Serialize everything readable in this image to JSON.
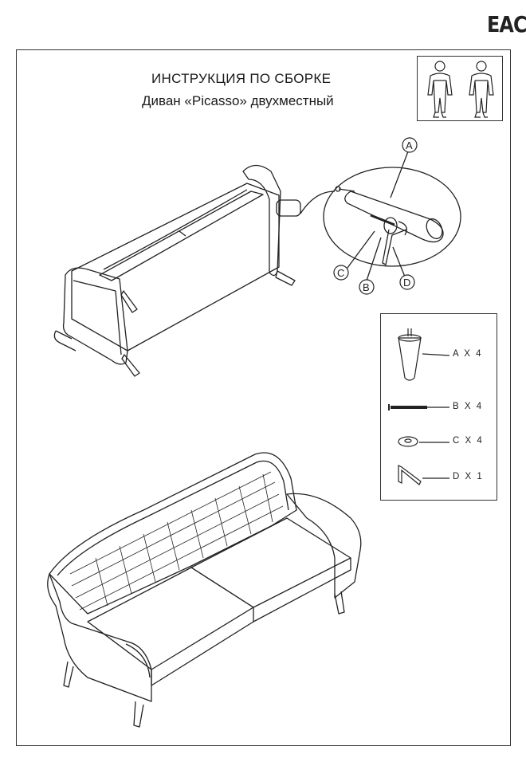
{
  "certification_mark": "EAC",
  "header": {
    "title": "ИНСТРУКЦИЯ ПО СБОРКЕ",
    "subtitle": "Диван «Picasso» двухместный"
  },
  "detail_callouts": {
    "a": "A",
    "b": "B",
    "c": "C",
    "d": "D"
  },
  "parts_list": [
    {
      "letter": "A",
      "qty_text": "A X 4",
      "icon": "sofa-leg-icon"
    },
    {
      "letter": "B",
      "qty_text": "B X 4",
      "icon": "bolt-icon"
    },
    {
      "letter": "C",
      "qty_text": "C X 4",
      "icon": "washer-icon"
    },
    {
      "letter": "D",
      "qty_text": "D X 1",
      "icon": "allen-key-icon"
    }
  ],
  "people_icon": "two-person-assembly-icon",
  "colors": {
    "line": "#222222",
    "background": "#ffffff"
  }
}
